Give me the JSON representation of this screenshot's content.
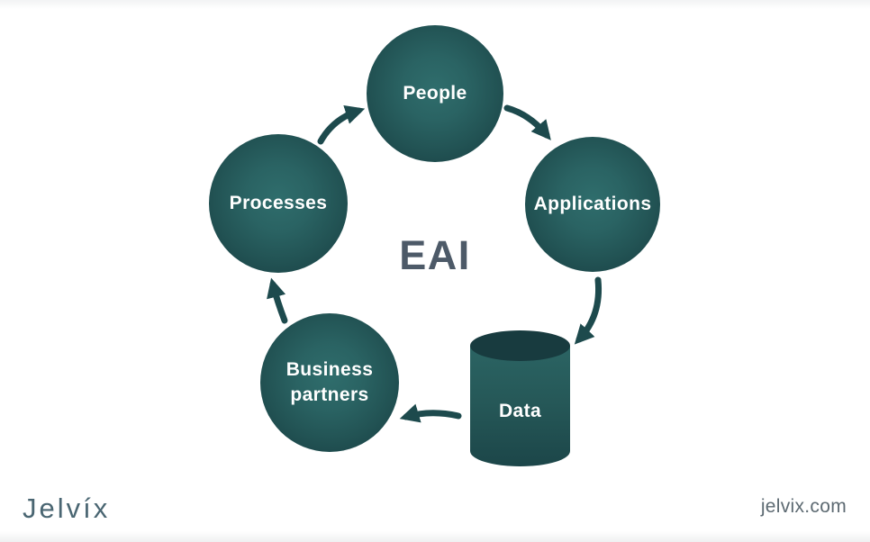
{
  "diagram": {
    "title": "EAI",
    "type": "cycle",
    "nodes": [
      {
        "id": "people",
        "label": "People",
        "shape": "circle"
      },
      {
        "id": "applications",
        "label": "Applications",
        "shape": "circle"
      },
      {
        "id": "data",
        "label": "Data",
        "shape": "cylinder"
      },
      {
        "id": "business-partners",
        "label": "Business partners",
        "shape": "circle"
      },
      {
        "id": "processes",
        "label": "Processes",
        "shape": "circle"
      }
    ],
    "edges": [
      {
        "from": "people",
        "to": "applications"
      },
      {
        "from": "applications",
        "to": "data"
      },
      {
        "from": "data",
        "to": "business-partners"
      },
      {
        "from": "business-partners",
        "to": "processes"
      },
      {
        "from": "processes",
        "to": "people"
      }
    ]
  },
  "footer": {
    "logo_text": "Jelvíx",
    "website": "jelvix.com"
  },
  "colors": {
    "node_center": "#2f6d6c",
    "node_edge": "#173d41",
    "cylinder_top": "#183b3f",
    "arrow": "#1d4a4d",
    "title_text": "#4d5a68",
    "node_label_text": "#ffffff",
    "logo_text": "#4a6672",
    "website_text": "#5d6a72",
    "background": "#ffffff"
  }
}
